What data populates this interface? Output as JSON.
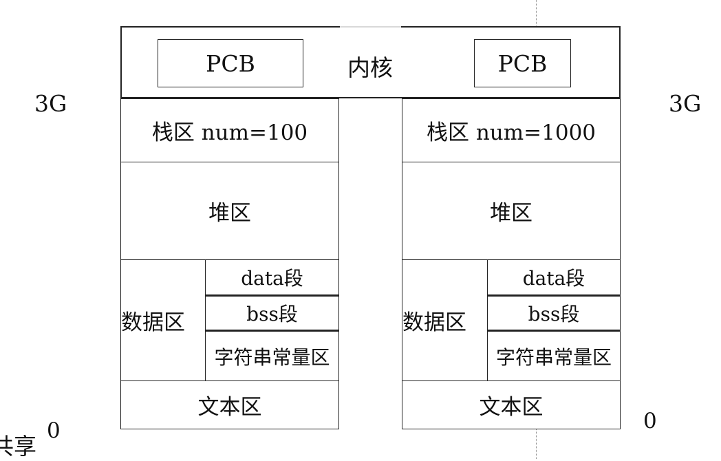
{
  "kernel": {
    "label": "内核",
    "pcb_left": "PCB",
    "pcb_right": "PCB"
  },
  "left_process": {
    "stack": "栈区 num=100",
    "heap": "堆区",
    "data_area": "数据区",
    "data_seg": "data段",
    "bss_seg": "bss段",
    "string_const": "字符串常量区",
    "text": "文本区"
  },
  "right_process": {
    "stack": "栈区 num=1000",
    "heap": "堆区",
    "data_area": "数据区",
    "data_seg": "data段",
    "bss_seg": "bss段",
    "string_const": "字符串常量区",
    "text": "文本区"
  },
  "labels": {
    "left_top": "3G",
    "right_top": "3G",
    "left_bottom_zero": "0",
    "right_bottom_zero": "0",
    "shared": "共享"
  }
}
